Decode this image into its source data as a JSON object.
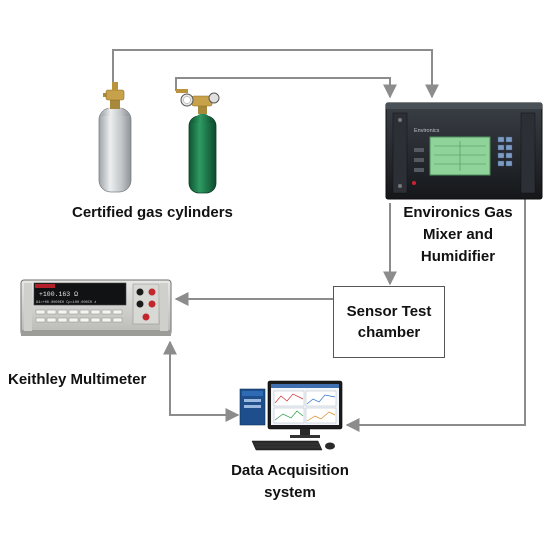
{
  "nodes": {
    "cylinders": {
      "label": "Certified gas cylinders"
    },
    "mixer": {
      "label_lines": [
        "Environics Gas",
        "Mixer and",
        "Humidifier"
      ],
      "brand_text": "Environics"
    },
    "chamber": {
      "label_lines": [
        "Sensor Test",
        "chamber"
      ]
    },
    "multimeter": {
      "label": "Keithley Multimeter",
      "display_main": "+100.163 Ω",
      "display_sub": "Ω4=+00.0000E0   Cp=100.000C0 ∧"
    },
    "daq": {
      "label_lines": [
        "Data Acquisition",
        "system"
      ]
    }
  },
  "colors": {
    "arrow": "#8c8c8c",
    "cylinder_silver": "#c9ccce",
    "cylinder_green": "#1f7a4a",
    "valve_brass": "#c8a24a",
    "mixer_screen": "#8fd39a",
    "mixer_body": "#23262b"
  }
}
